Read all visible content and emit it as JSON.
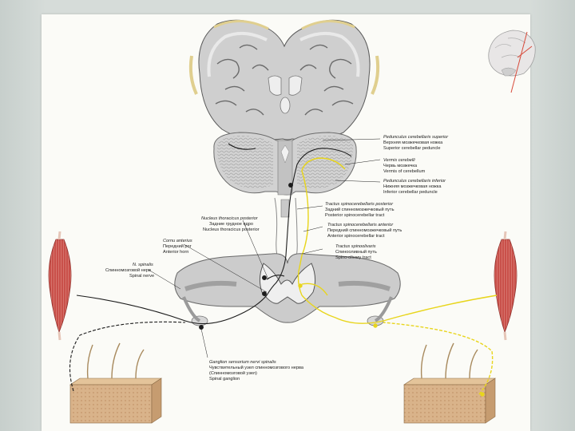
{
  "labels": {
    "sup_ped": [
      "Pedunculus cerebellaris superior",
      "Верхняя мозжечковая ножка",
      "Superior cerebellar peduncle"
    ],
    "vermis": [
      "Vermis cerebelli",
      "Червь мозжечка",
      "Vermis of cerebellum"
    ],
    "inf_ped": [
      "Pedunculus cerebellaris inferior",
      "Нижняя мозжечковая ножка",
      "Inferior cerebellar peduncle"
    ],
    "post_tract": [
      "Tractus spinocerebellaris posterior",
      "Задний спинномозжечковый путь",
      "Posterior spinocerebellar tract"
    ],
    "nucleus": [
      "Nucleus thoracicus posterior",
      "Задние грудное ядро",
      "Nucleus thoracicus posterior"
    ],
    "ant_tract": [
      "Tractus spinocerebellaris anterior",
      "Передний спинномозжечковый путь",
      "Anterior spinocerebellar tract"
    ],
    "cornu": [
      "Cornu anterius",
      "Передний рог",
      "Anterior horn"
    ],
    "olivary": [
      "Tractus spinoolivaris",
      "Спинооливный путь",
      "Spino-olivary tract"
    ],
    "nerve": [
      "N. spinalis",
      "Спинномозговой нерв",
      "Spinal nerve"
    ],
    "ganglion": [
      "Ganglion sensorium nervi spinalis",
      "Чувствительный узел спинномозгового нерва",
      "(Спинномозговой узел)",
      "Spinal ganglion"
    ]
  },
  "colors": {
    "background": "#d6dcd9",
    "plate": "#fbfbf7",
    "tissue": "#c9c9c9",
    "tissue_dark": "#8d8d8d",
    "yellow_path": "#e8d51c",
    "black_path": "#1c1c1c",
    "muscle": "#c9504a",
    "skin": "#d9b38a",
    "cerebellum_folia": "#a8a8a8"
  },
  "icons": [
    "brain-inset-icon",
    "muscle-left-icon",
    "muscle-right-icon",
    "skin-block-left-icon",
    "skin-block-right-icon"
  ]
}
